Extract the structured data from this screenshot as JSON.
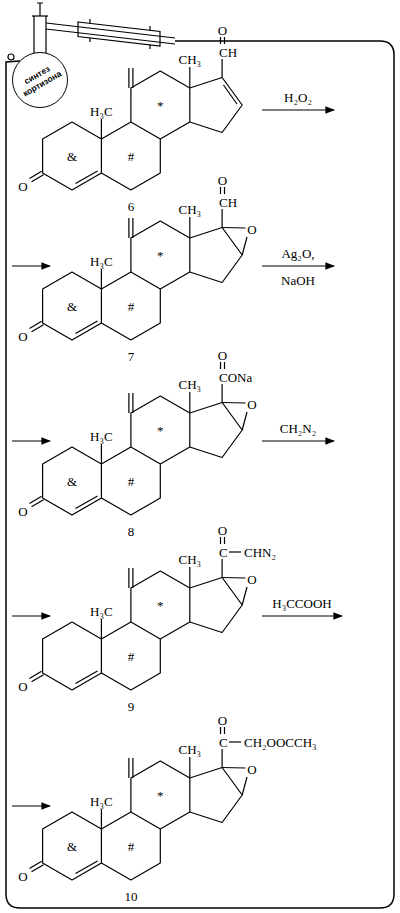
{
  "diagram": {
    "nodes": [
      {
        "text": [
          "синтез",
          "кортизона"
        ]
      }
    ],
    "labels": [
      "O",
      "CH",
      "CH₃",
      "H₃C",
      "*",
      "&",
      "#",
      "O",
      "6",
      "H₂O₂",
      "O",
      "CH",
      "CH₃",
      "O",
      "H₃C",
      "*",
      "&",
      "#",
      "O",
      "7",
      "Ag₂O,",
      "NaOH",
      "O",
      "CONa",
      "CH₃",
      "O",
      "H₃C",
      "*",
      "&",
      "#",
      "O",
      "8",
      "CH₂N₂",
      "O",
      "C",
      "CHN₂",
      "CH₃",
      "O",
      "H₃C",
      "*",
      "#",
      "O",
      "9",
      "H₃CCOOH",
      "O",
      "C",
      "CH₂OOCCH₃",
      "CH₃",
      "O",
      "H₃C",
      "*",
      "&",
      "#",
      "O",
      "10"
    ]
  }
}
